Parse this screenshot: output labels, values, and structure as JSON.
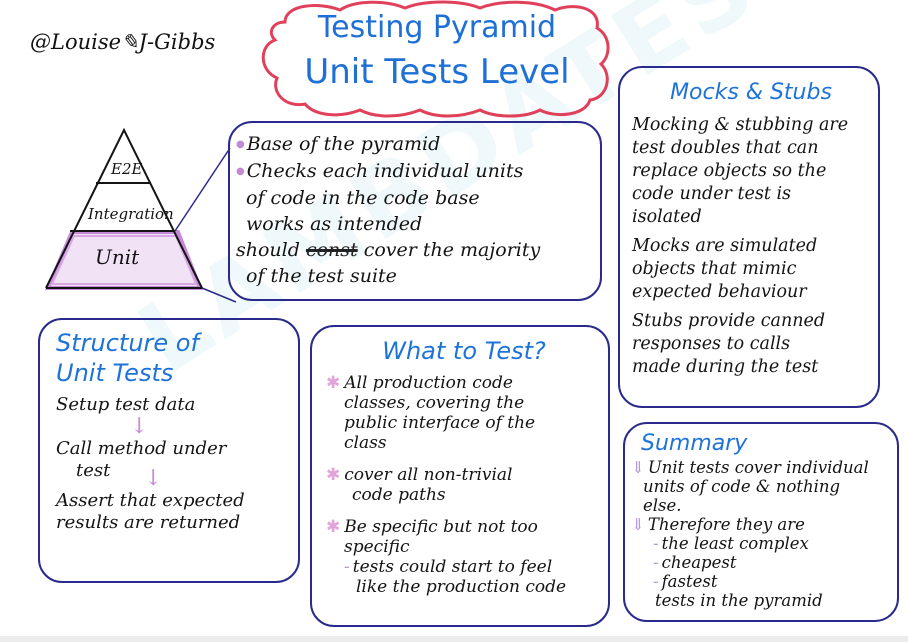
{
  "author_handle": "@Louise✎J-Gibbs",
  "title": {
    "line1": "Testing Pyramid",
    "line2": "Unit Tests Level"
  },
  "watermark": "LAMBDATEST",
  "pyramid": {
    "levels": [
      {
        "label": "E2E",
        "highlighted": false
      },
      {
        "label": "Integration",
        "highlighted": false
      },
      {
        "label": "Unit",
        "highlighted": true
      }
    ],
    "highlight_color": "#c48ad8"
  },
  "unit_box": {
    "items": [
      {
        "text": "Base of the pyramid"
      },
      {
        "text_lines": [
          "Checks each individual units",
          "of code in the code base",
          "works as intended"
        ]
      },
      {
        "prefix": "should",
        "struck": "const",
        "suffix": "cover the majority",
        "line2": "of the test suite"
      }
    ]
  },
  "mocks_stubs": {
    "heading": "Mocks & Stubs",
    "paragraphs": [
      [
        "Mocking & stubbing are",
        "test doubles that can",
        "replace objects so the",
        "code under test is",
        "isolated"
      ],
      [
        "Mocks are simulated",
        "objects that mimic",
        "expected behaviour"
      ],
      [
        "Stubs provide canned",
        "responses to calls",
        "made during the test"
      ]
    ]
  },
  "structure": {
    "heading_line1": "Structure of",
    "heading_line2": "Unit Tests",
    "steps": [
      [
        "Setup test data"
      ],
      [
        "Call method under",
        "test"
      ],
      [
        "Assert that expected",
        "results are returned"
      ]
    ],
    "arrow_icon": "↓"
  },
  "what_to_test": {
    "heading": "What to Test?",
    "bullet_icon": "✱",
    "items": [
      [
        "All production code",
        "classes, covering the",
        "public interface of the",
        "class"
      ],
      [
        "cover all non-trivial",
        "code paths"
      ],
      [
        "Be specific but not too",
        "specific"
      ]
    ],
    "sub_item": [
      "tests could start to feel",
      "like the production code"
    ]
  },
  "summary": {
    "heading": "Summary",
    "bullet_icon": "⇓",
    "items": [
      [
        "Unit tests cover individual",
        "units of code & nothing",
        "else."
      ],
      [
        "Therefore they are"
      ]
    ],
    "sub_items": [
      "the least complex",
      "cheapest",
      "fastest"
    ],
    "closing": "tests in the pyramid"
  },
  "colors": {
    "title_blue": "#1e6fd6",
    "heading_blue": "#1e73d8",
    "cloud_red": "#e0405a",
    "box_border": "#2a2a8c",
    "accent_pink": "#c48ad8"
  }
}
